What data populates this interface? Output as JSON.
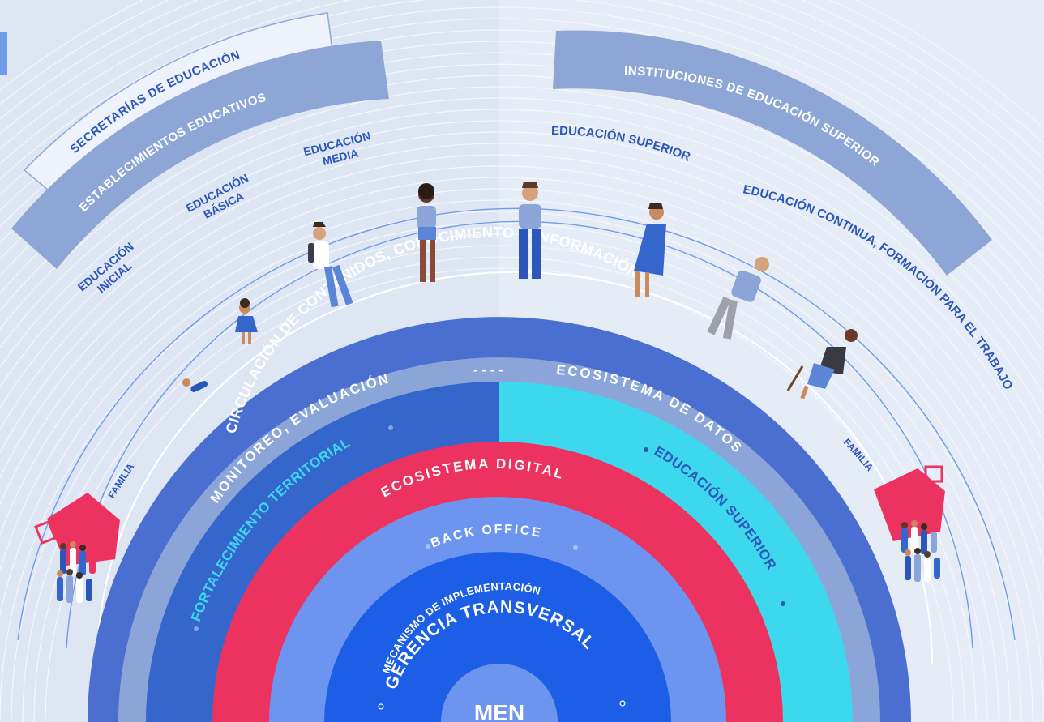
{
  "outer_labels": {
    "secretarias": "SECRETARÍAS DE EDUCACIÓN",
    "establecimientos": "ESTABLECIMIENTOS EDUCATIVOS",
    "instituciones": "INSTITUCIONES DE EDUCACIÓN SUPERIOR"
  },
  "levels": {
    "inicial_1": "EDUCACIÓN",
    "inicial_2": "INICIAL",
    "basica_1": "EDUCACIÓN",
    "basica_2": "BÁSICA",
    "media_1": "EDUCACIÓN",
    "media_2": "MEDIA",
    "superior": "EDUCACIÓN SUPERIOR",
    "continua": "EDUCACIÓN CONTINUA, FORMACIÓN PARA EL TRABAJO"
  },
  "familia_left": "FAMILIA",
  "familia_right": "FAMILIA",
  "rings": {
    "circulacion": "CIRCULACIÓN DE CONTENIDOS, CONOCIMIENTO E  INFORMACIÓN",
    "monitoreo": "MONITOREO, EVALUACIÓN",
    "dashes": "- - - -",
    "ecosistema_datos": "ECOSISTEMA DE DATOS",
    "fortalecimiento": "FORTALECIMIENTO TERRITORIAL",
    "educacion_superior": "EDUCACIÓN SUPERIOR",
    "ecosistema_digital": "ECOSISTEMA DIGITAL",
    "back_office": "BACK OFFICE",
    "mecanismo": "MECANISMO DE IMPLEMENTACIÓN",
    "gerencia": "GERENCIA TRANSVERSAL",
    "men": "MEN"
  },
  "colors": {
    "background": "#dfe6f3",
    "ring_circulacion": "#4a6fd0",
    "ring_monitoreo": "#8ba5d8",
    "ring_blue": "#3566cc",
    "ring_cyan": "#3dd8ee",
    "ring_red": "#ec3360",
    "ring_backoffice": "#6d95ef",
    "ring_core": "#1c5ee6",
    "label_band": "#8ea6d6",
    "text_blue": "#2c56b8"
  }
}
